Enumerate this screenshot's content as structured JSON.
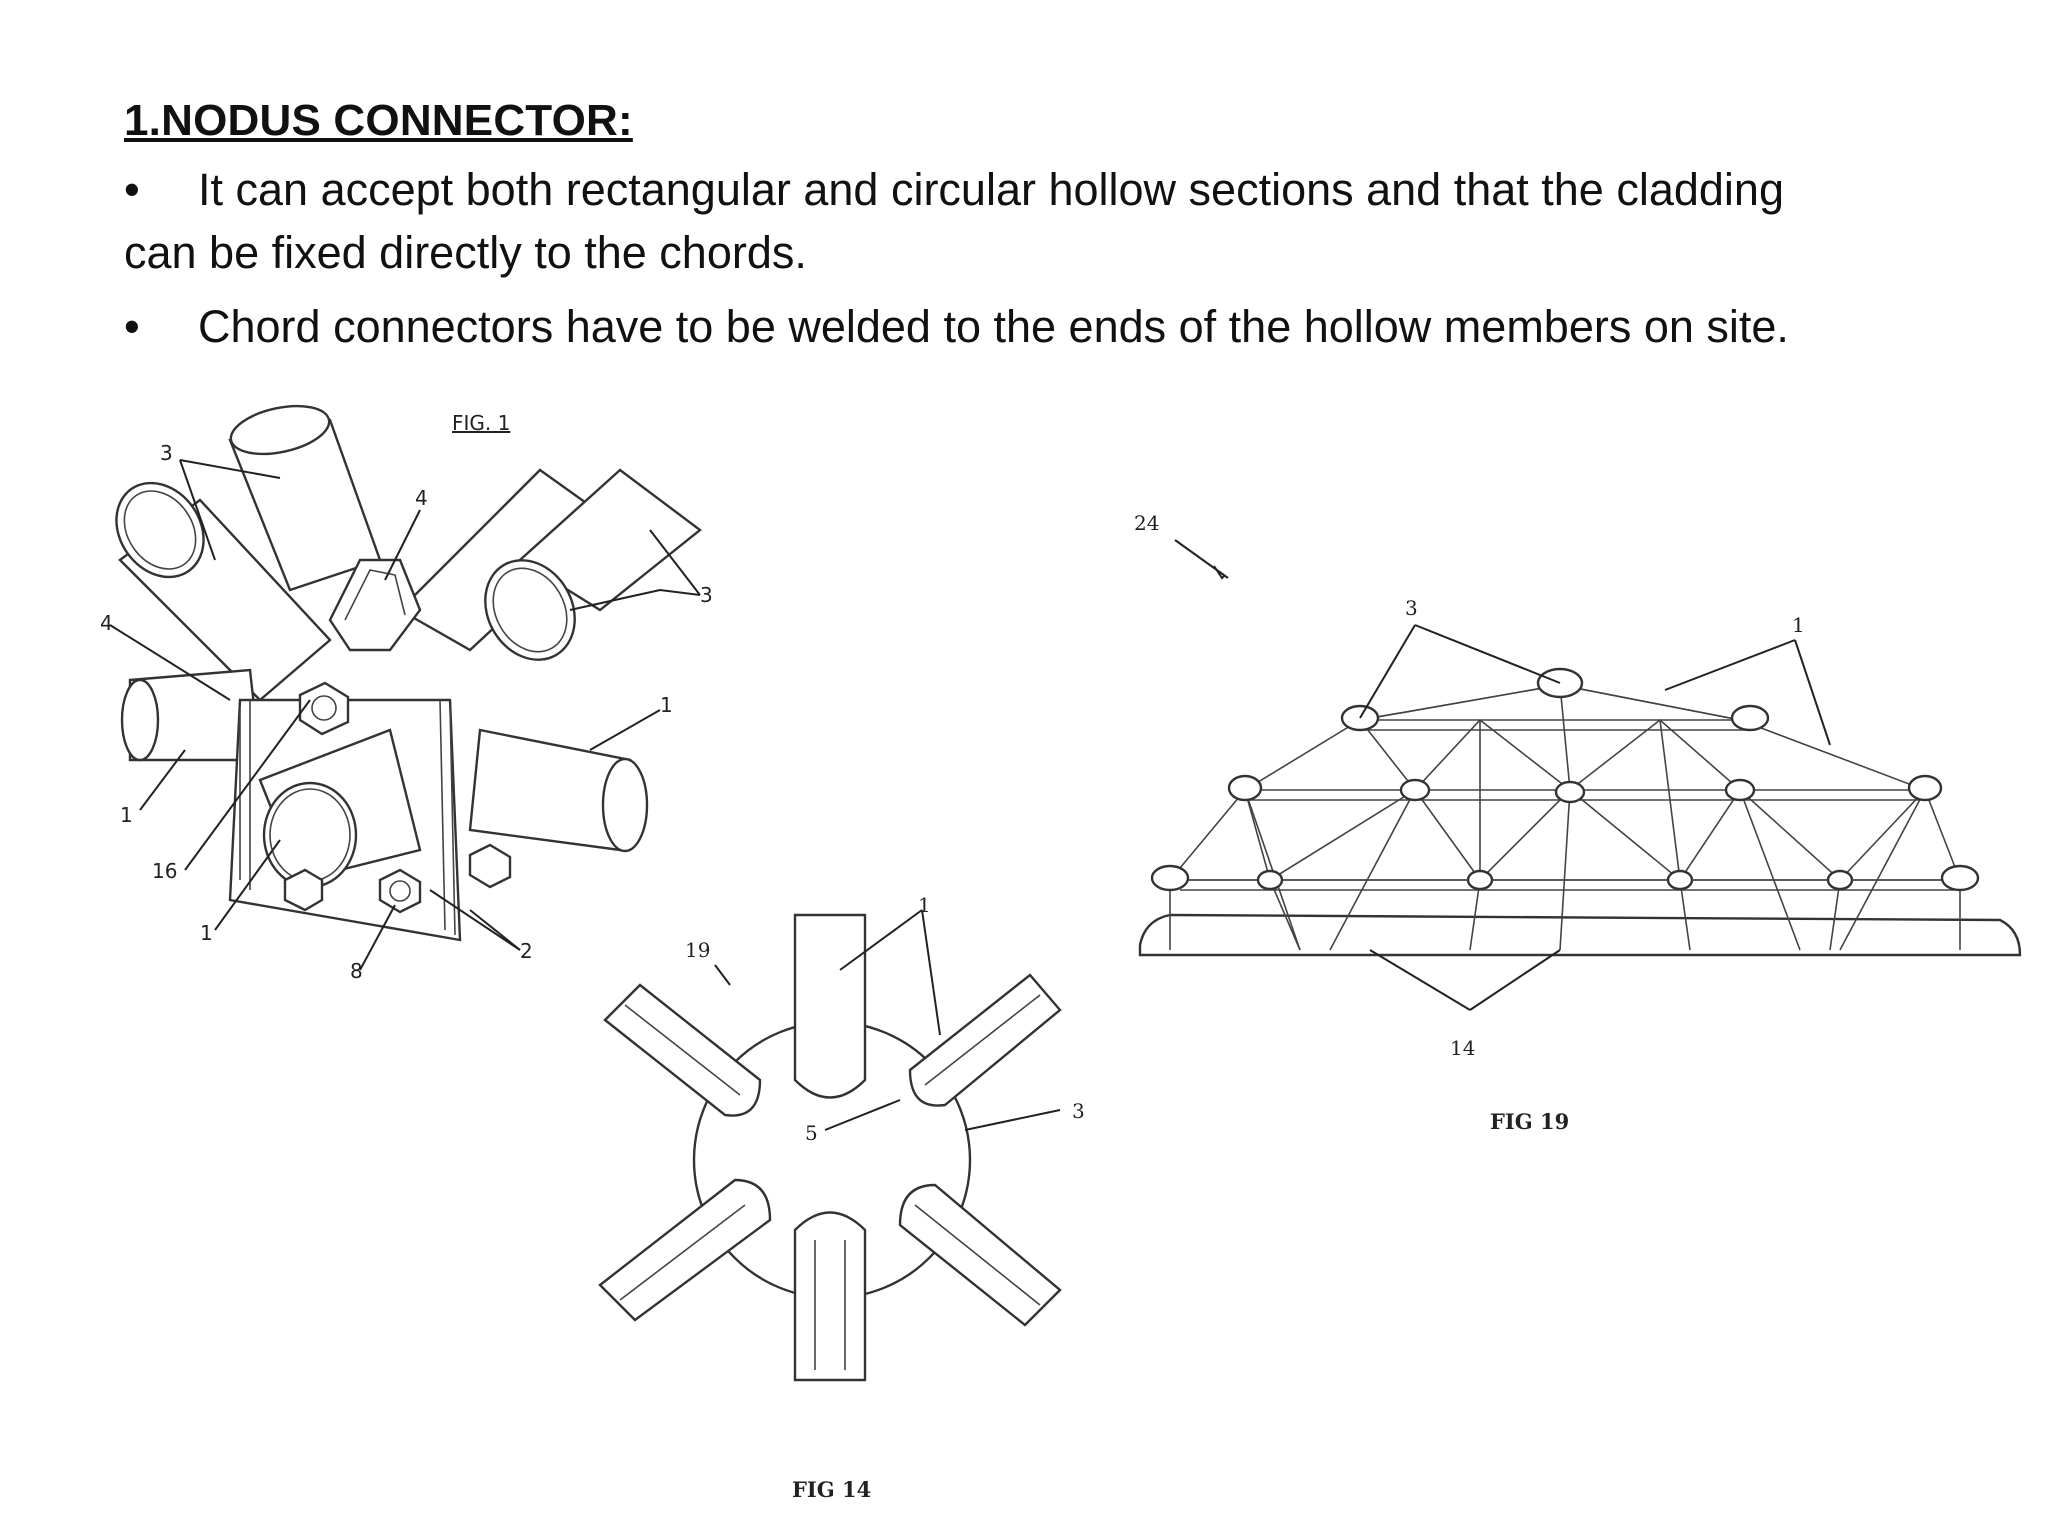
{
  "slide": {
    "heading": "1.NODUS CONNECTOR:",
    "bullets": [
      {
        "symbol": "•",
        "line1": "It can accept both rectangular and circular hollow sections and that the  cladding",
        "line2": "can be fixed directly to the chords."
      },
      {
        "symbol": "•",
        "line1": "Chord connectors have to be welded to the ends of the hollow members  on site."
      }
    ]
  },
  "figures": {
    "fig1": {
      "caption": "FIG. 1",
      "labels": [
        "3",
        "4",
        "4",
        "3",
        "1",
        "1",
        "16",
        "1",
        "8",
        "2"
      ]
    },
    "fig14": {
      "caption": "FIG 14",
      "labels": [
        "19",
        "1",
        "5",
        "3"
      ]
    },
    "fig19": {
      "caption": "FIG 19",
      "labels": [
        "24",
        "3",
        "1",
        "14"
      ]
    }
  }
}
